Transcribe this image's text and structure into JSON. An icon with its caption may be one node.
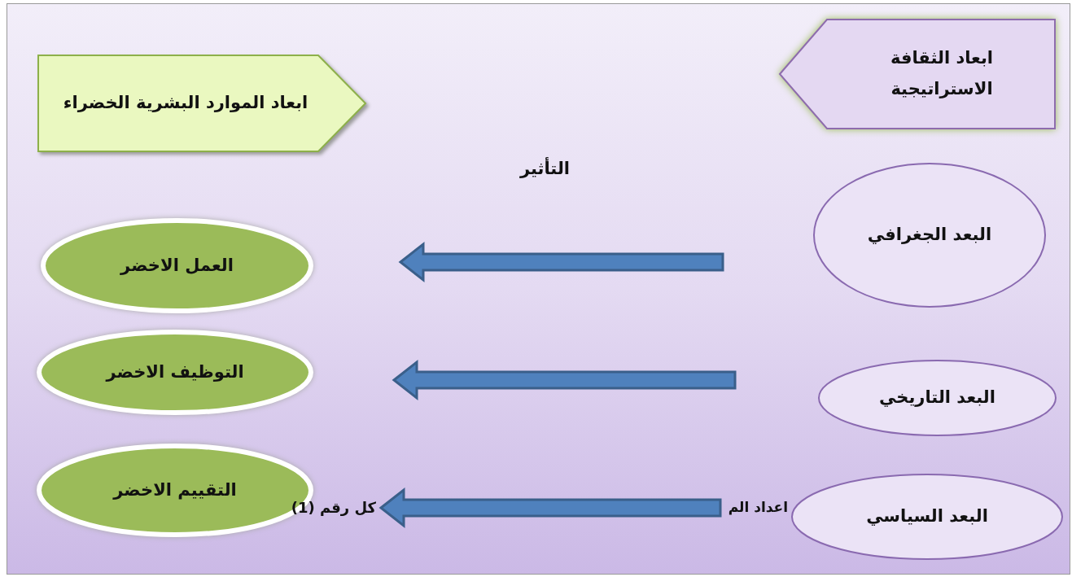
{
  "diagram": {
    "nodes": [
      {
        "text": [
          "ابعاد الموارد البشرية الخضراء"
        ]
      },
      {
        "text": [
          "ابعاد الثقافة الاستراتيجية"
        ]
      },
      {
        "text": [
          "البعد الجغرافي"
        ]
      },
      {
        "text": [
          "البعد التاريخي"
        ]
      },
      {
        "text": [
          "البعد السياسي"
        ]
      },
      {
        "text": [
          "العمل الاخضر"
        ]
      },
      {
        "text": [
          "التوظيف الاخضر"
        ]
      },
      {
        "text": [
          "التقييم الاخضر"
        ]
      }
    ],
    "edges": [
      {
        "from": 2,
        "to": 5,
        "arrow": "to"
      },
      {
        "from": 3,
        "to": 6,
        "arrow": "to"
      },
      {
        "from": 4,
        "to": 7,
        "arrow": "to"
      }
    ],
    "labels": [
      "التأثير",
      "كل رقم (1)",
      "اعداد الم"
    ]
  }
}
